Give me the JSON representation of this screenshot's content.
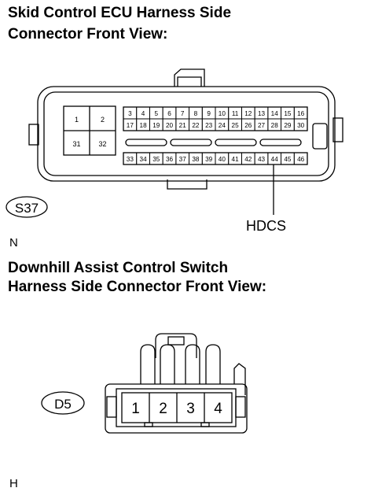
{
  "titles": {
    "ecu_line1": "Skid Control ECU Harness Side",
    "ecu_line2": "Connector Front View:",
    "switch_line1": "Downhill Assist Control Switch",
    "switch_line2": "Harness Side Connector Front View:"
  },
  "ecu_connector": {
    "code": "S37",
    "big_pins": [
      "1",
      "2",
      "31",
      "32"
    ],
    "row1": [
      "3",
      "4",
      "5",
      "6",
      "7",
      "8",
      "9",
      "10",
      "11",
      "12",
      "13",
      "14",
      "15",
      "16"
    ],
    "row2": [
      "17",
      "18",
      "19",
      "20",
      "21",
      "22",
      "23",
      "24",
      "25",
      "26",
      "27",
      "28",
      "29",
      "30"
    ],
    "row3": [
      "33",
      "34",
      "35",
      "36",
      "37",
      "38",
      "39",
      "40",
      "41",
      "42",
      "43",
      "44",
      "45",
      "46"
    ],
    "signal_label": "HDCS"
  },
  "switch_connector": {
    "code": "D5",
    "pins": [
      "1",
      "2",
      "3",
      "4"
    ]
  },
  "notes": {
    "n1": "N",
    "n2": "H"
  }
}
